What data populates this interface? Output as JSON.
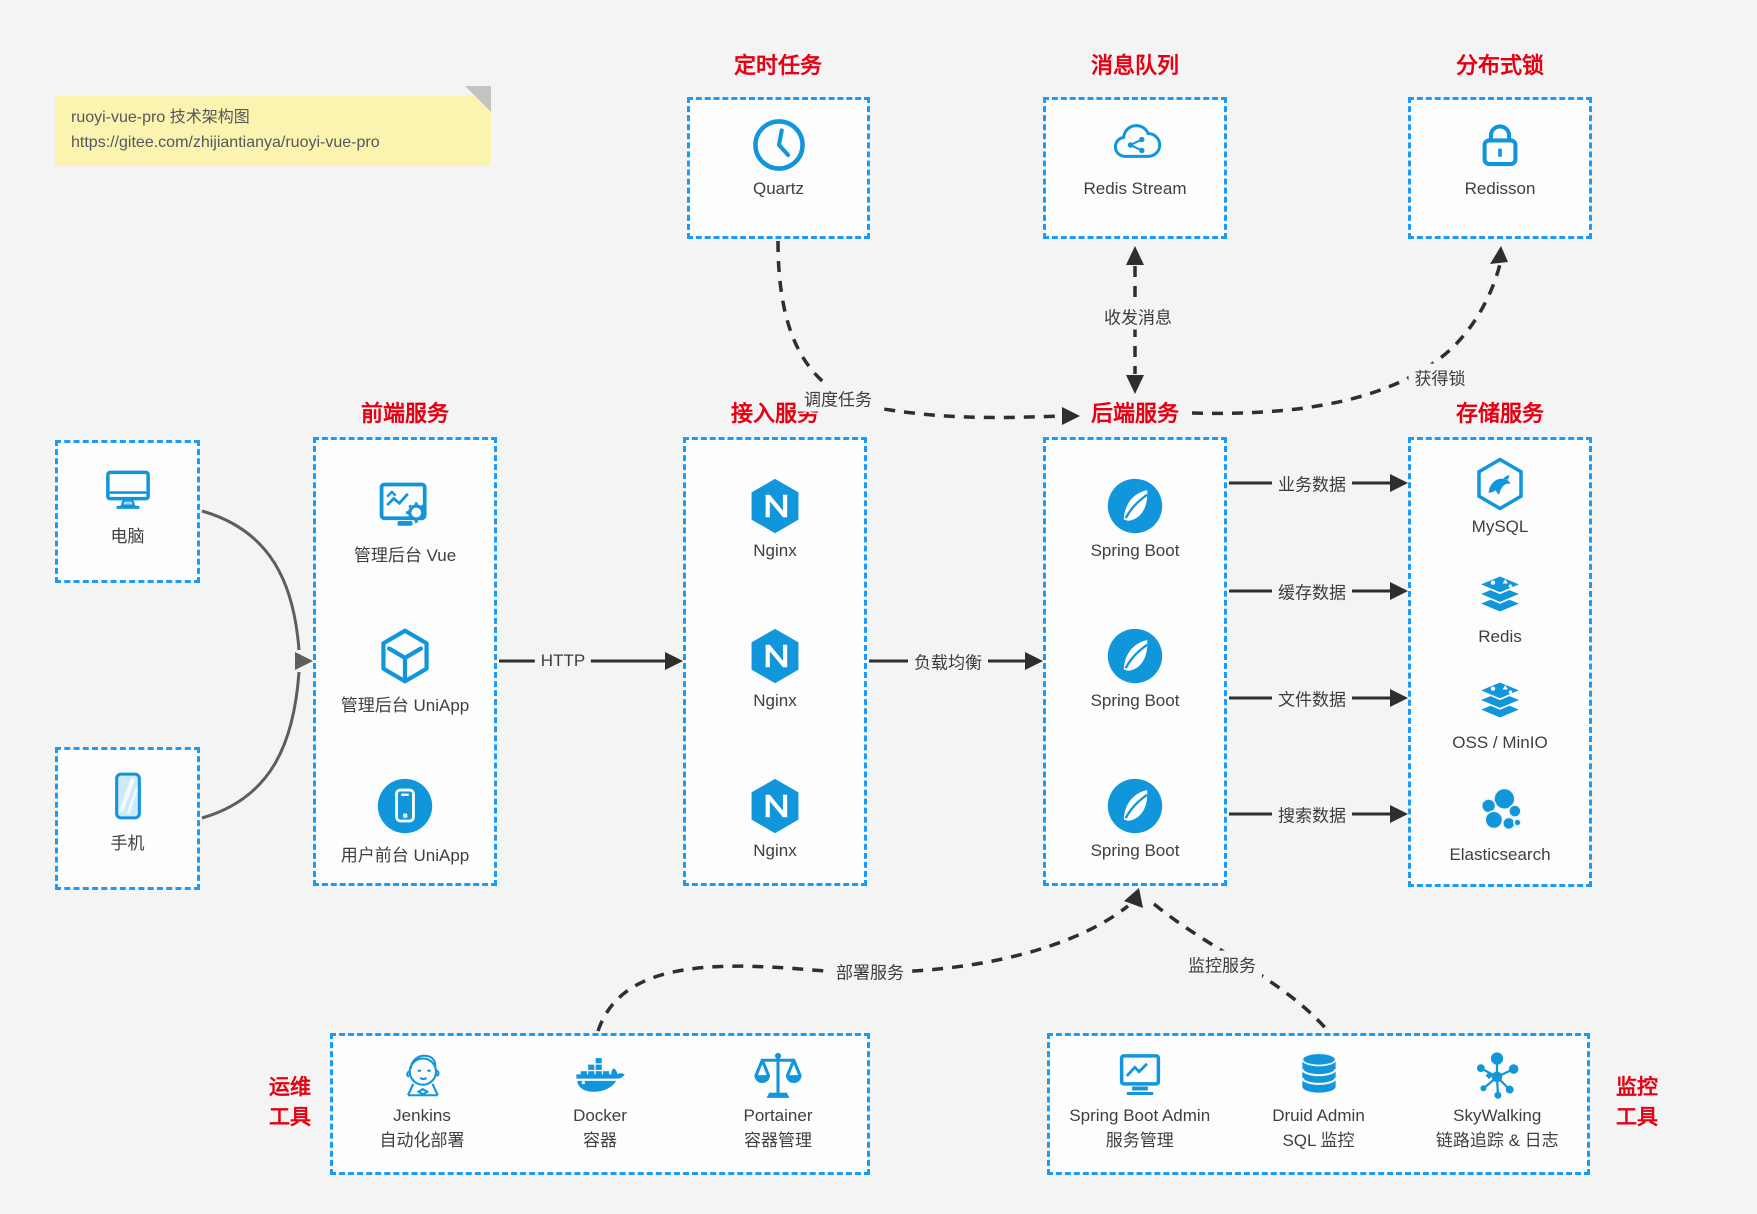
{
  "note": {
    "line1": "ruoyi-vue-pro 技术架构图",
    "line2": "https://gitee.com/zhijiantianya/ruoyi-vue-pro"
  },
  "top_groups": [
    {
      "title": "定时任务",
      "item": {
        "label": "Quartz",
        "icon": "clock-icon"
      }
    },
    {
      "title": "消息队列",
      "item": {
        "label": "Redis Stream",
        "icon": "cloud-mq-icon"
      }
    },
    {
      "title": "分布式锁",
      "item": {
        "label": "Redisson",
        "icon": "lock-icon"
      }
    }
  ],
  "clients": [
    {
      "label": "电脑",
      "icon": "desktop-icon"
    },
    {
      "label": "手机",
      "icon": "mobile-icon"
    }
  ],
  "service_columns": [
    {
      "title": "前端服务",
      "items": [
        {
          "label": "管理后台 Vue",
          "icon": "admin-vue-icon"
        },
        {
          "label": "管理后台 UniApp",
          "icon": "uniapp-cube-icon"
        },
        {
          "label": "用户前台 UniApp",
          "icon": "user-app-icon"
        }
      ]
    },
    {
      "title": "接入服务",
      "items": [
        {
          "label": "Nginx",
          "icon": "nginx-icon"
        },
        {
          "label": "Nginx",
          "icon": "nginx-icon"
        },
        {
          "label": "Nginx",
          "icon": "nginx-icon"
        }
      ]
    },
    {
      "title": "后端服务",
      "items": [
        {
          "label": "Spring Boot",
          "icon": "spring-icon"
        },
        {
          "label": "Spring Boot",
          "icon": "spring-icon"
        },
        {
          "label": "Spring Boot",
          "icon": "spring-icon"
        }
      ]
    },
    {
      "title": "存储服务",
      "items": [
        {
          "label": "MySQL",
          "icon": "mysql-icon"
        },
        {
          "label": "Redis",
          "icon": "redis-stack-icon"
        },
        {
          "label": "OSS / MinIO",
          "icon": "oss-stack-icon"
        },
        {
          "label": "Elasticsearch",
          "icon": "elasticsearch-icon"
        }
      ]
    }
  ],
  "edge_labels": {
    "http": "HTTP",
    "load_balance": "负载均衡",
    "schedule": "调度任务",
    "message": "收发消息",
    "lock": "获得锁",
    "deploy": "部署服务",
    "monitor": "监控服务",
    "flow_business": "业务数据",
    "flow_cache": "缓存数据",
    "flow_file": "文件数据",
    "flow_search": "搜索数据"
  },
  "bottom_groups": [
    {
      "title_line1": "运维",
      "title_line2": "工具",
      "items": [
        {
          "label": "Jenkins",
          "sublabel": "自动化部署",
          "icon": "jenkins-icon"
        },
        {
          "label": "Docker",
          "sublabel": "容器",
          "icon": "docker-icon"
        },
        {
          "label": "Portainer",
          "sublabel": "容器管理",
          "icon": "portainer-icon"
        }
      ]
    },
    {
      "title_line1": "监控",
      "title_line2": "工具",
      "items": [
        {
          "label": "Spring Boot Admin",
          "sublabel": "服务管理",
          "icon": "springboot-admin-icon"
        },
        {
          "label": "Druid Admin",
          "sublabel": "SQL 监控",
          "icon": "druid-icon"
        },
        {
          "label": "SkyWalking",
          "sublabel": "链路追踪 & 日志",
          "icon": "skywalking-icon"
        }
      ]
    }
  ],
  "colors": {
    "accent_blue": "#1296db",
    "border_blue": "#1a9bfc",
    "title_red": "#e60012",
    "note_bg": "#faf4b0",
    "canvas_bg": "#f4f4f5",
    "wire_dark": "#2e2e2e",
    "wire_gray": "#5e5e5e"
  }
}
